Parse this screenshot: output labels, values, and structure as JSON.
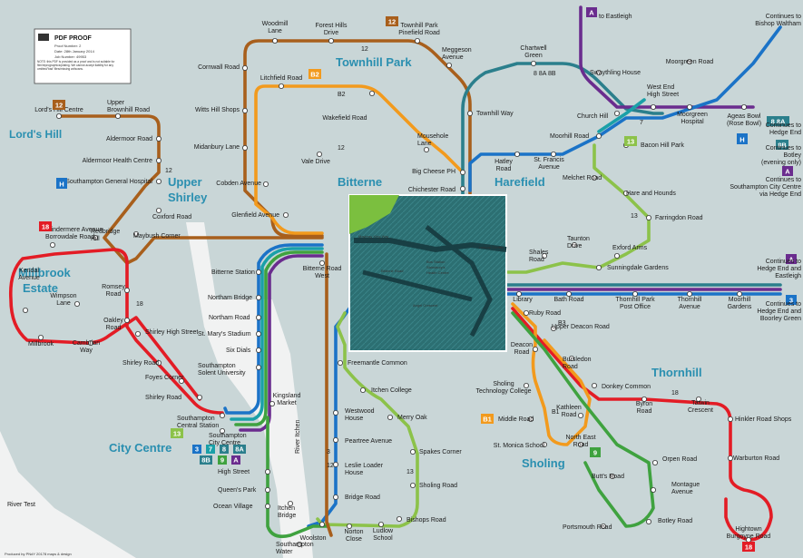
{
  "proof": {
    "title": "PDF PROOF",
    "proof_number": "Proof Number: 2",
    "date": "Date: 28th January 2014",
    "job_number": "Job Number: 49953",
    "small_print": "NOTE: this PDF is provided as a proof and is not suitable for film/reprographics/plating. We cannot accept liability for any omitted/'bad' files/missing art/scans."
  },
  "credit": "Produced by PNdY 20178 maps & design",
  "colors": {
    "line_2": "#6a2c8e",
    "line_3": "#1b73c7",
    "line_7": "#1aa0a8",
    "line_8": "#2b7f8c",
    "line_9": "#3fa23f",
    "line_12": "#a85f1c",
    "line_13": "#8cc24a",
    "line_18": "#e31c25",
    "line_B2": "#f29a1d",
    "line_A": "#6a2c8e",
    "water": "#f1f2f2"
  },
  "areas": {
    "lords_hill": "Lord's Hill",
    "upper_shirley": "Upper\nShirley",
    "townhill_park": "Townhill Park",
    "bitterne": "Bitterne",
    "harefield": "Harefield",
    "millbrook_estate": "Millbrook\nEstate",
    "thornhill": "Thornhill",
    "sholing": "Sholing",
    "city_centre": "City Centre",
    "river_itchen": "River Itchen",
    "river_test": "River Test"
  },
  "stations": {
    "woodmill_lane": "Woodmill\nLane",
    "forest_hills_drive": "Forest Hills\nDrive",
    "townhill_park_pinefield": "Townhill Park\nPinefield Road",
    "meggeson_avenue": "Meggeson\nAvenue",
    "cornwall_road": "Cornwall Road",
    "litchfield_road": "Litchfield Road",
    "witts_hill_shops": "Witts Hill Shops",
    "wakefield_road": "Wakefield Road",
    "townhill_way": "Townhill Way",
    "midanbury_lane": "Midanbury Lane",
    "vale_drive": "Vale Drive",
    "mousehole_lane": "Mousehole\nLane",
    "big_cheese_ph": "Big Cheese PH",
    "chichester_road": "Chichester Road",
    "cobden_avenue": "Cobden Avenue",
    "glenfield_avenue": "Glenfield Avenue",
    "lords_hill_centre": "Lord's Hill Centre",
    "upper_brownhill": "Upper\nBrownhill Road",
    "aldermoor_road": "Aldermoor Road",
    "aldermoor_health": "Aldermoor Health Centre",
    "southampton_general": "Southampton General Hospital",
    "coxford_road": "Coxford Road",
    "maybush_corner": "Maybush Corner",
    "windermere": "Windermere Avenue\nBorrowdale Road",
    "redbridge_hill": "Redbridge\nHill",
    "kendal_avenue": "Kendal\nAvenue",
    "wimpson_lane": "Wimpson\nLane",
    "romsey_road": "Romsey\nRoad",
    "oakley_road": "Oakley\nRoad",
    "millbrook": "Millbrook",
    "cambrian_way": "Cambrian\nWay",
    "shirley_high_street": "Shirley High Street",
    "shirley_road": "Shirley Road",
    "foyes_corner": "Foyes Corner",
    "shirley_road2": "Shirley Road",
    "bitterne_station": "Bitterne Station",
    "bitterne_road_west": "Bitterne Road\nWest",
    "northam_bridge": "Northam Bridge",
    "northam_road": "Northam Road",
    "st_marys_stadium": "St. Mary's Stadium",
    "six_dials": "Six Dials",
    "solent_university": "Southampton\nSolent University",
    "kingsland_market": "Kingsland\nMarket",
    "central_station": "Southampton\nCentral Station",
    "city_centre_stop": "Southampton\nCity Centre",
    "high_street": "High Street",
    "queens_park": "Queen's Park",
    "ocean_village": "Ocean Village",
    "itchen_bridge": "Itchen\nBridge",
    "woolston": "Woolston",
    "southampton_water": "Southampton\nWater",
    "freemantle_common": "Freemantle Common",
    "itchen_college": "Itchen College",
    "westwood_house": "Westwood\nHouse",
    "merry_oak": "Merry Oak",
    "peartree_avenue": "Peartree Avenue",
    "spakes_corner": "Spakes Corner",
    "leslie_loader": "Leslie Loader\nHouse",
    "sholing_road": "Sholing Road",
    "bridge_road": "Bridge Road",
    "bishops_road": "Bishops Road",
    "norton_close": "Norton\nClose",
    "ludlow_school": "Ludlow\nSchool",
    "chartwell_green": "Chartwell\nGreen",
    "swaythling_house": "Swaythling House",
    "moorgreen_road": "Moorgreen Road",
    "west_end_high_street": "West End\nHigh Street",
    "church_hill": "Church Hill",
    "moorgreen_hospital": "Moorgreen\nHospital",
    "ageas_bowl": "Ageas Bowl\n(Rose Bowl)",
    "moorhill_road": "Moorhill Road",
    "bacon_hill_park": "Bacon Hill Park",
    "hatley_road": "Hatley\nRoad",
    "st_francis": "St. Francis\nAvenue",
    "melchet_road": "Melchet Road",
    "hare_and_hounds": "Hare and Hounds",
    "farringdon_road": "Farringdon Road",
    "shales_road": "Shales\nRoad",
    "taunton_drive": "Taunton\nDrive",
    "exford_arms": "Exford Arms",
    "sunningdale": "Sunningdale Gardens",
    "library": "Library",
    "bath_road": "Bath Road",
    "thornhill_park_po": "Thornhill Park\nPost Office",
    "thornhill_avenue": "Thornhill\nAvenue",
    "moorhill_gardens": "Moorhill\nGardens",
    "ruby_road": "Ruby Road",
    "upper_deacon_road": "Upper Deacon Road",
    "deacon_road": "Deacon\nRoad",
    "bursledon_road": "Bursledon\nRoad",
    "sholing_tech": "Sholing\nTechnology College",
    "donkey_common": "Donkey Common",
    "byron_road": "Byron\nRoad",
    "tatwin_crescent": "Tatwin\nCrescent",
    "hinkler_road_shops": "Hinkler Road Shops",
    "middle_road": "Middle Road",
    "kathleen_road": "Kathleen\nRoad",
    "st_monica": "St. Monica School",
    "north_east_road": "North East\nRoad",
    "warburton_road": "Warburton Road",
    "orpen_road": "Orpen Road",
    "butts_road": "Butt's Road",
    "montague_avenue": "Montague\nAvenue",
    "portsmouth_road": "Portsmouth Road",
    "botley_road": "Botley Road",
    "hightown": "Hightown\nBurgoyne Road"
  },
  "inset": {
    "labels": [
      "Maybray King Way",
      "Bitterne Road",
      "Angel Crescent",
      "Leisure Centre"
    ],
    "small": [
      "Bus Station",
      "Sainsbury's",
      "Health Centre"
    ]
  },
  "continuations": {
    "a_eastleigh": "to Eastleigh",
    "bishops_waltham": "Continues to\nBishop Waltham",
    "hedge_end": "Continues to\nHedge End",
    "botley": "Continues to\nBotley\n(evening only)",
    "southampton_city_centre": "Continues to\nSouthampton City Centre\nvia Hedge End",
    "hedge_end_eastleigh": "Continues to\nHedge End and\nEastleigh",
    "hedge_end_boorley": "Continues to\nHedge End and\nBoorley Green"
  },
  "route_badges": {
    "r12_top": "12",
    "r12_left": "12",
    "r18": "18",
    "rB2": "B2",
    "rH1": "H",
    "rH2": "H",
    "rA_top": "A",
    "r8_8A": "8  8A",
    "r8B": "8B",
    "rA_east": "A",
    "rA_cont": "A",
    "r3": "3",
    "r13_bacon": "13",
    "r13_cc": "13",
    "rB1": "B1",
    "r9": "9",
    "r18_bottom": "18",
    "cc_3": "3",
    "cc_7": "7",
    "cc_8": "8",
    "cc_8A": "8A",
    "cc_8B": "8B",
    "cc_9": "9",
    "cc_A": "A"
  },
  "line_labels": {
    "l12_a": "12",
    "l12_b": "12",
    "l12_c": "12",
    "lB2": "B2",
    "l8_chart": "8  8A  8B",
    "lB3": "B3",
    "l7": "7",
    "l13": "13",
    "l13_b": "13",
    "l18": "18",
    "l18_b": "18",
    "lB1": "B1",
    "l3": "3",
    "l12_d": "12"
  }
}
